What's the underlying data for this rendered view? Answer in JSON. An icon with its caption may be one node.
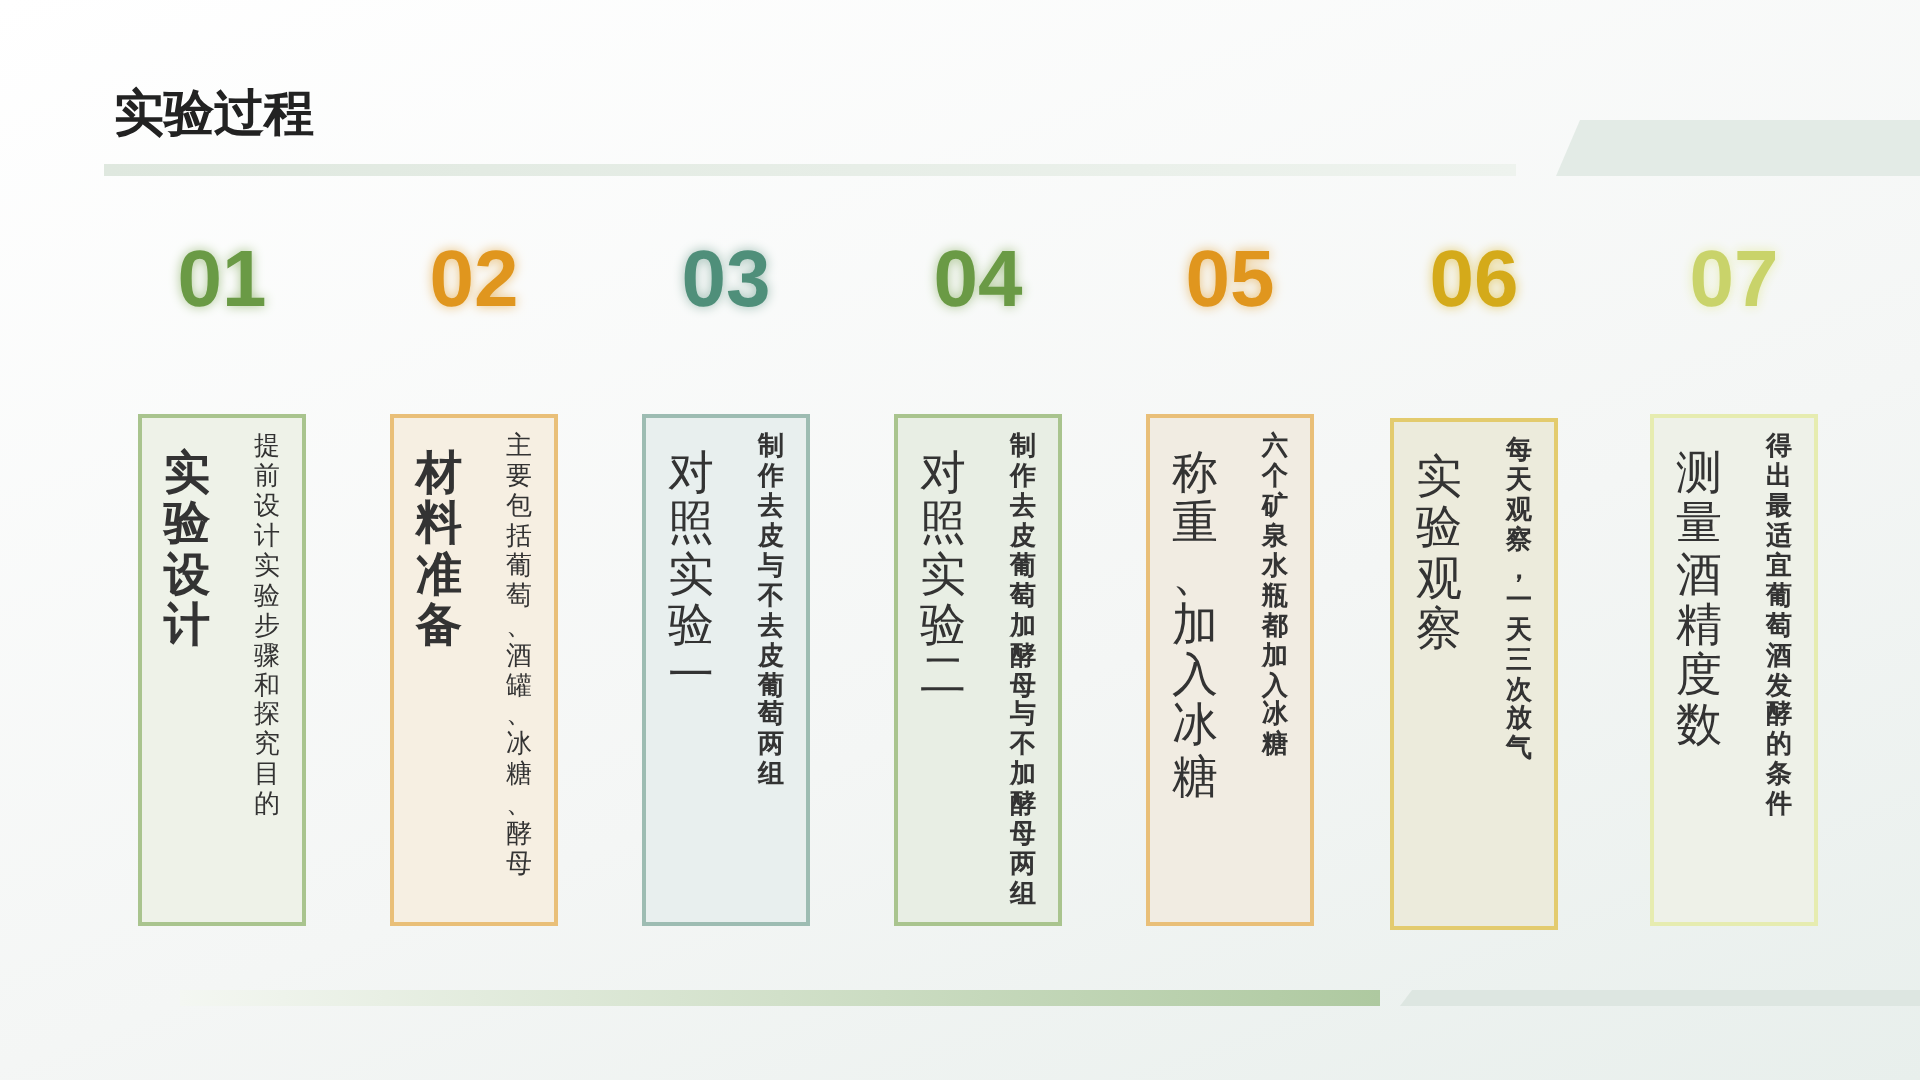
{
  "diagram": {
    "title": "实验过程",
    "nodes": [
      {
        "text": [
          "实验设计",
          "提前设计实验步骤和探究目的"
        ],
        "beside": [
          "01"
        ]
      },
      {
        "text": [
          "材料准备",
          "主要包括葡萄、酒罐、冰糖、酵母"
        ],
        "beside": [
          "02"
        ]
      },
      {
        "text": [
          "对照实验一",
          "制作去皮与不去皮葡萄两组"
        ],
        "beside": [
          "03"
        ]
      },
      {
        "text": [
          "对照实验二",
          "制作去皮葡萄加酵母与不加酵母两组"
        ],
        "beside": [
          "04"
        ]
      },
      {
        "text": [
          "称重、加入冰糖",
          "六个矿泉水瓶都加入冰糖"
        ],
        "beside": [
          "05"
        ]
      },
      {
        "text": [
          "实验观察",
          "每天观察，一天三次放气"
        ],
        "beside": [
          "06"
        ]
      },
      {
        "text": [
          "测量酒精度数",
          "得出最适宜葡萄酒发酵的条件"
        ],
        "beside": [
          "07"
        ]
      }
    ]
  }
}
